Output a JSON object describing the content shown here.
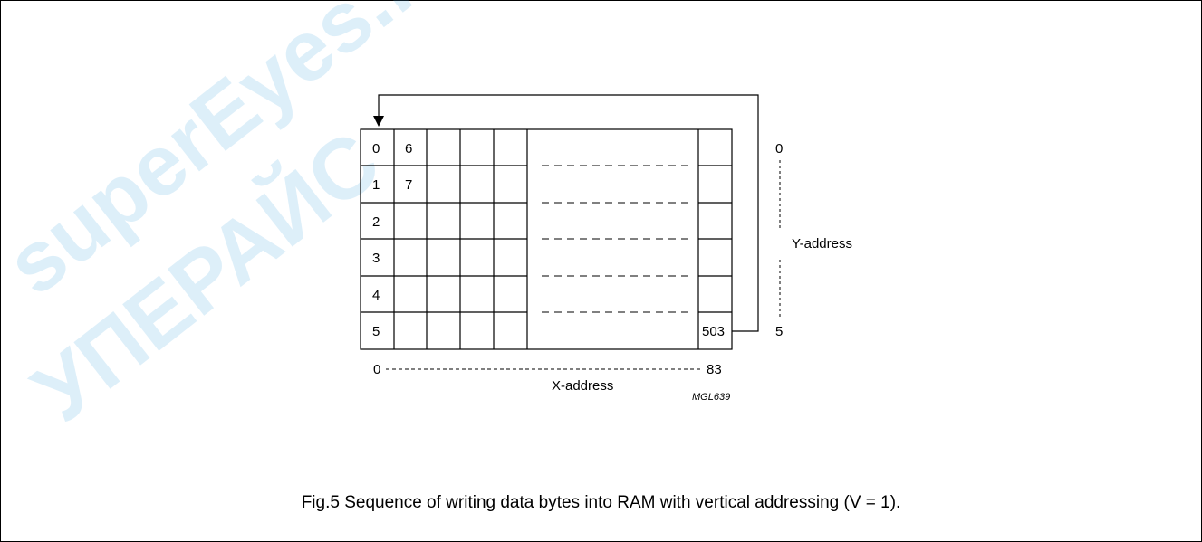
{
  "watermark": {
    "line1": "superEyes.ru",
    "line2": "УПЕРАЙС"
  },
  "grid": {
    "row_labels": [
      "0",
      "1",
      "2",
      "3",
      "4",
      "5"
    ],
    "col2_labels": [
      "6",
      "7"
    ],
    "last_cell_label": "503"
  },
  "y_axis": {
    "start": "0",
    "end": "5",
    "label": "Y-address"
  },
  "x_axis": {
    "start": "0",
    "end": "83",
    "label": "X-address"
  },
  "figure_code": "MGL639",
  "caption": "Fig.5  Sequence of writing data bytes into RAM with vertical addressing (V = 1)."
}
